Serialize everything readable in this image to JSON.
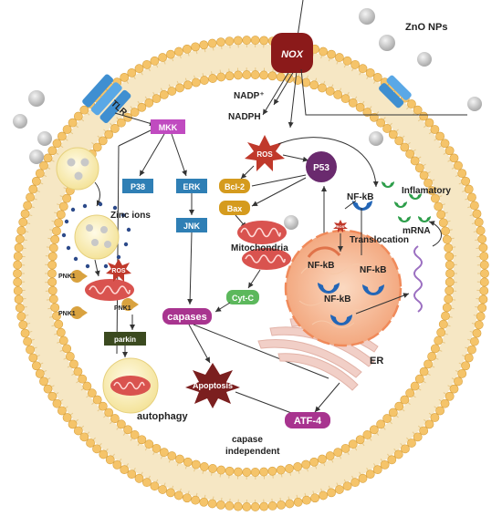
{
  "labels": {
    "zno_nps": "ZnO NPs",
    "nox": "NOX",
    "nadp_plus": "NADP⁺",
    "nadph": "NADPH",
    "tlr": "TLR",
    "mkk": "MKK",
    "p38": "P38",
    "erk": "ERK",
    "jnk": "JNK",
    "zinc_ions": "Zinc ions",
    "ros": "ROS",
    "pnk1": "PNK1",
    "parkin": "parkin",
    "autophagy": "autophagy",
    "bcl2": "Bcl-2",
    "bax": "Bax",
    "p53": "P53",
    "nfkb": "NF-kB",
    "inflamatory": "Inflamatory",
    "mrna": "mRNA",
    "translocation": "Translocation",
    "mitochondria": "Mitochondria",
    "cytc": "Cyt-C",
    "capases": "capases",
    "apoptosis": "Apoptosis",
    "er": "ER",
    "atf4": "ATF-4",
    "capase_independent_line1": "capase",
    "capase_independent_line2": "independent"
  },
  "colors": {
    "membrane_head": "#f5c46a",
    "membrane_head_stroke": "#d9a23f",
    "membrane_tail": "#f3dcac",
    "nox": "#8b1a1a",
    "tlr_channel": "#3f8fd1",
    "mkk": "#c04bc0",
    "kinase": "#2f7fb5",
    "bcl2": "#d59b1e",
    "p53": "#6a2a6e",
    "ros": "#c0392b",
    "mitochondria": "#d9534f",
    "cytc": "#5cb85c",
    "capases": "#a8348f",
    "apoptosis": "#7b1f1f",
    "nucleus": "#f6b38c",
    "nfkb": "#2366b7",
    "er": "#f1cfc7",
    "parkin": "#3b4a1f",
    "inflamatory_cluster": "#2e9e4b",
    "mrna": "#9b6fc1",
    "nanoparticle": "#c8c8c8"
  },
  "icons": {
    "nanoparticle": "grey-sphere-icon",
    "ros": "starburst-icon",
    "mitochondria": "mitochondrion-icon",
    "pnk1": "pac-man-protein-icon",
    "nfkb": "crescent-protein-icon",
    "inflamatory": "green-protein-cluster-icon",
    "mrna": "wavy-strand-icon"
  }
}
